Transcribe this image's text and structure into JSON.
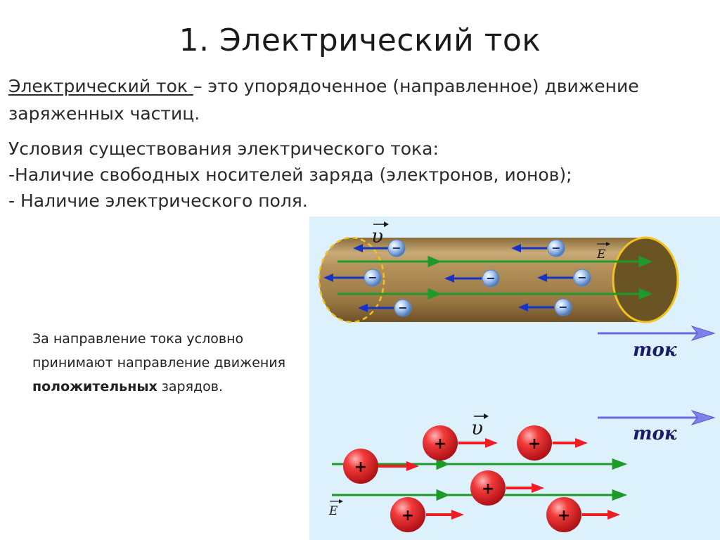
{
  "slide": {
    "title": "1. Электрический ток",
    "definition": {
      "term": "Электрический ток ",
      "text": "– это упорядоченное (направленное) движение заряженных частиц."
    },
    "conditions": {
      "heading": "Условия существования электрического тока:",
      "items": [
        "-Наличие свободных носителей заряда (электронов, ионов);",
        "- Наличие электрического поля."
      ]
    },
    "note": {
      "before": "За направление тока условно принимают направление движения ",
      "bold": "положительных",
      "after": " зарядов."
    }
  },
  "illustration": {
    "velocity_symbol": "υ",
    "field_symbol": "E",
    "current_label": "ток",
    "electron_sign": "−",
    "proton_sign": "+",
    "colors": {
      "panel_bg": "#dcf1fb",
      "conductor": "#b4915a",
      "conductor_end": "#6b5424",
      "end_rim": "#f2c31c",
      "field_arrow": "#1e9a2a",
      "electron": "#6e9fd6",
      "electron_arrow": "#1533c6",
      "proton": "#e8202a",
      "proton_arrow": "#ee1c24",
      "current_arrow": "#6a6ae0",
      "current_text": "#1a1a66"
    }
  }
}
